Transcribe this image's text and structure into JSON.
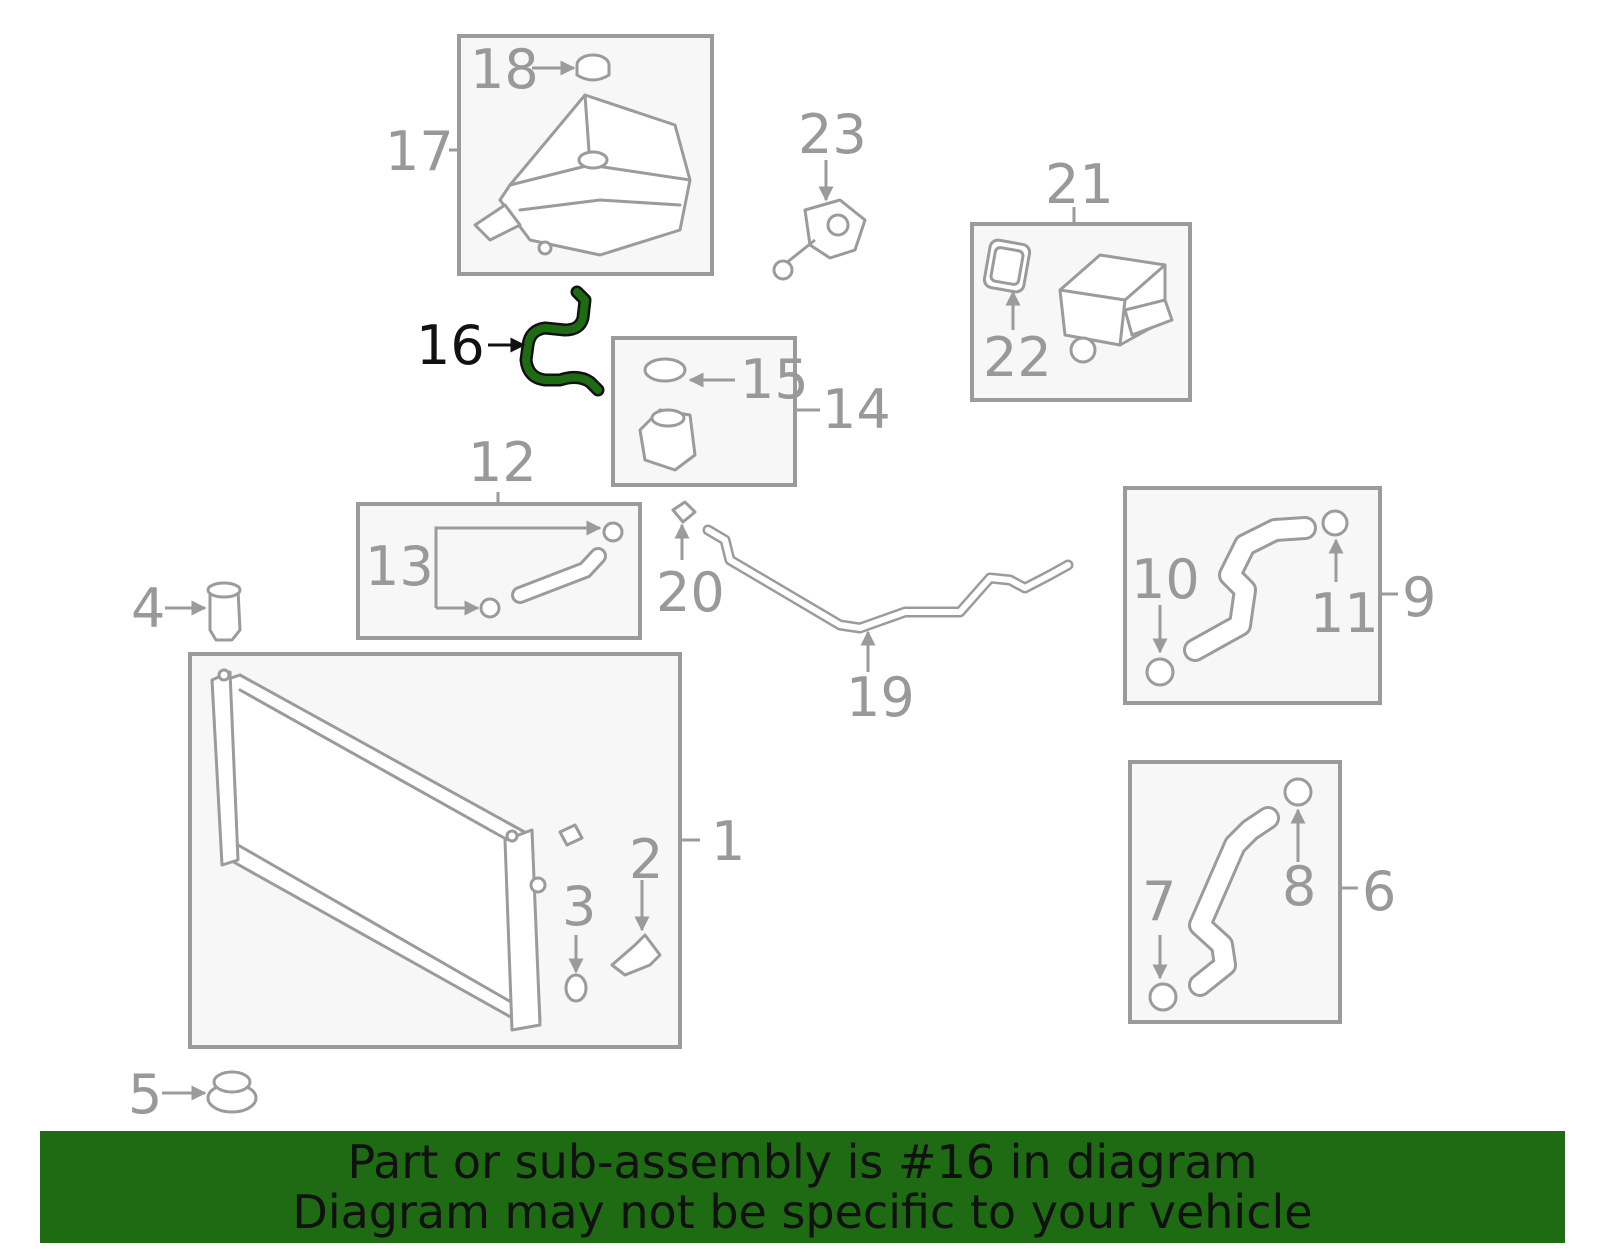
{
  "diagram": {
    "highlighted_part": "16",
    "highlight_color": "#1e6b14",
    "callouts": [
      "1",
      "2",
      "3",
      "4",
      "5",
      "6",
      "7",
      "8",
      "9",
      "10",
      "11",
      "12",
      "13",
      "14",
      "15",
      "16",
      "17",
      "18",
      "19",
      "20",
      "21",
      "22",
      "23"
    ]
  },
  "banner": {
    "line1": "Part or sub-assembly is #16 in diagram",
    "line2": "Diagram may not be specific to your vehicle",
    "background": "#1e6b14"
  }
}
